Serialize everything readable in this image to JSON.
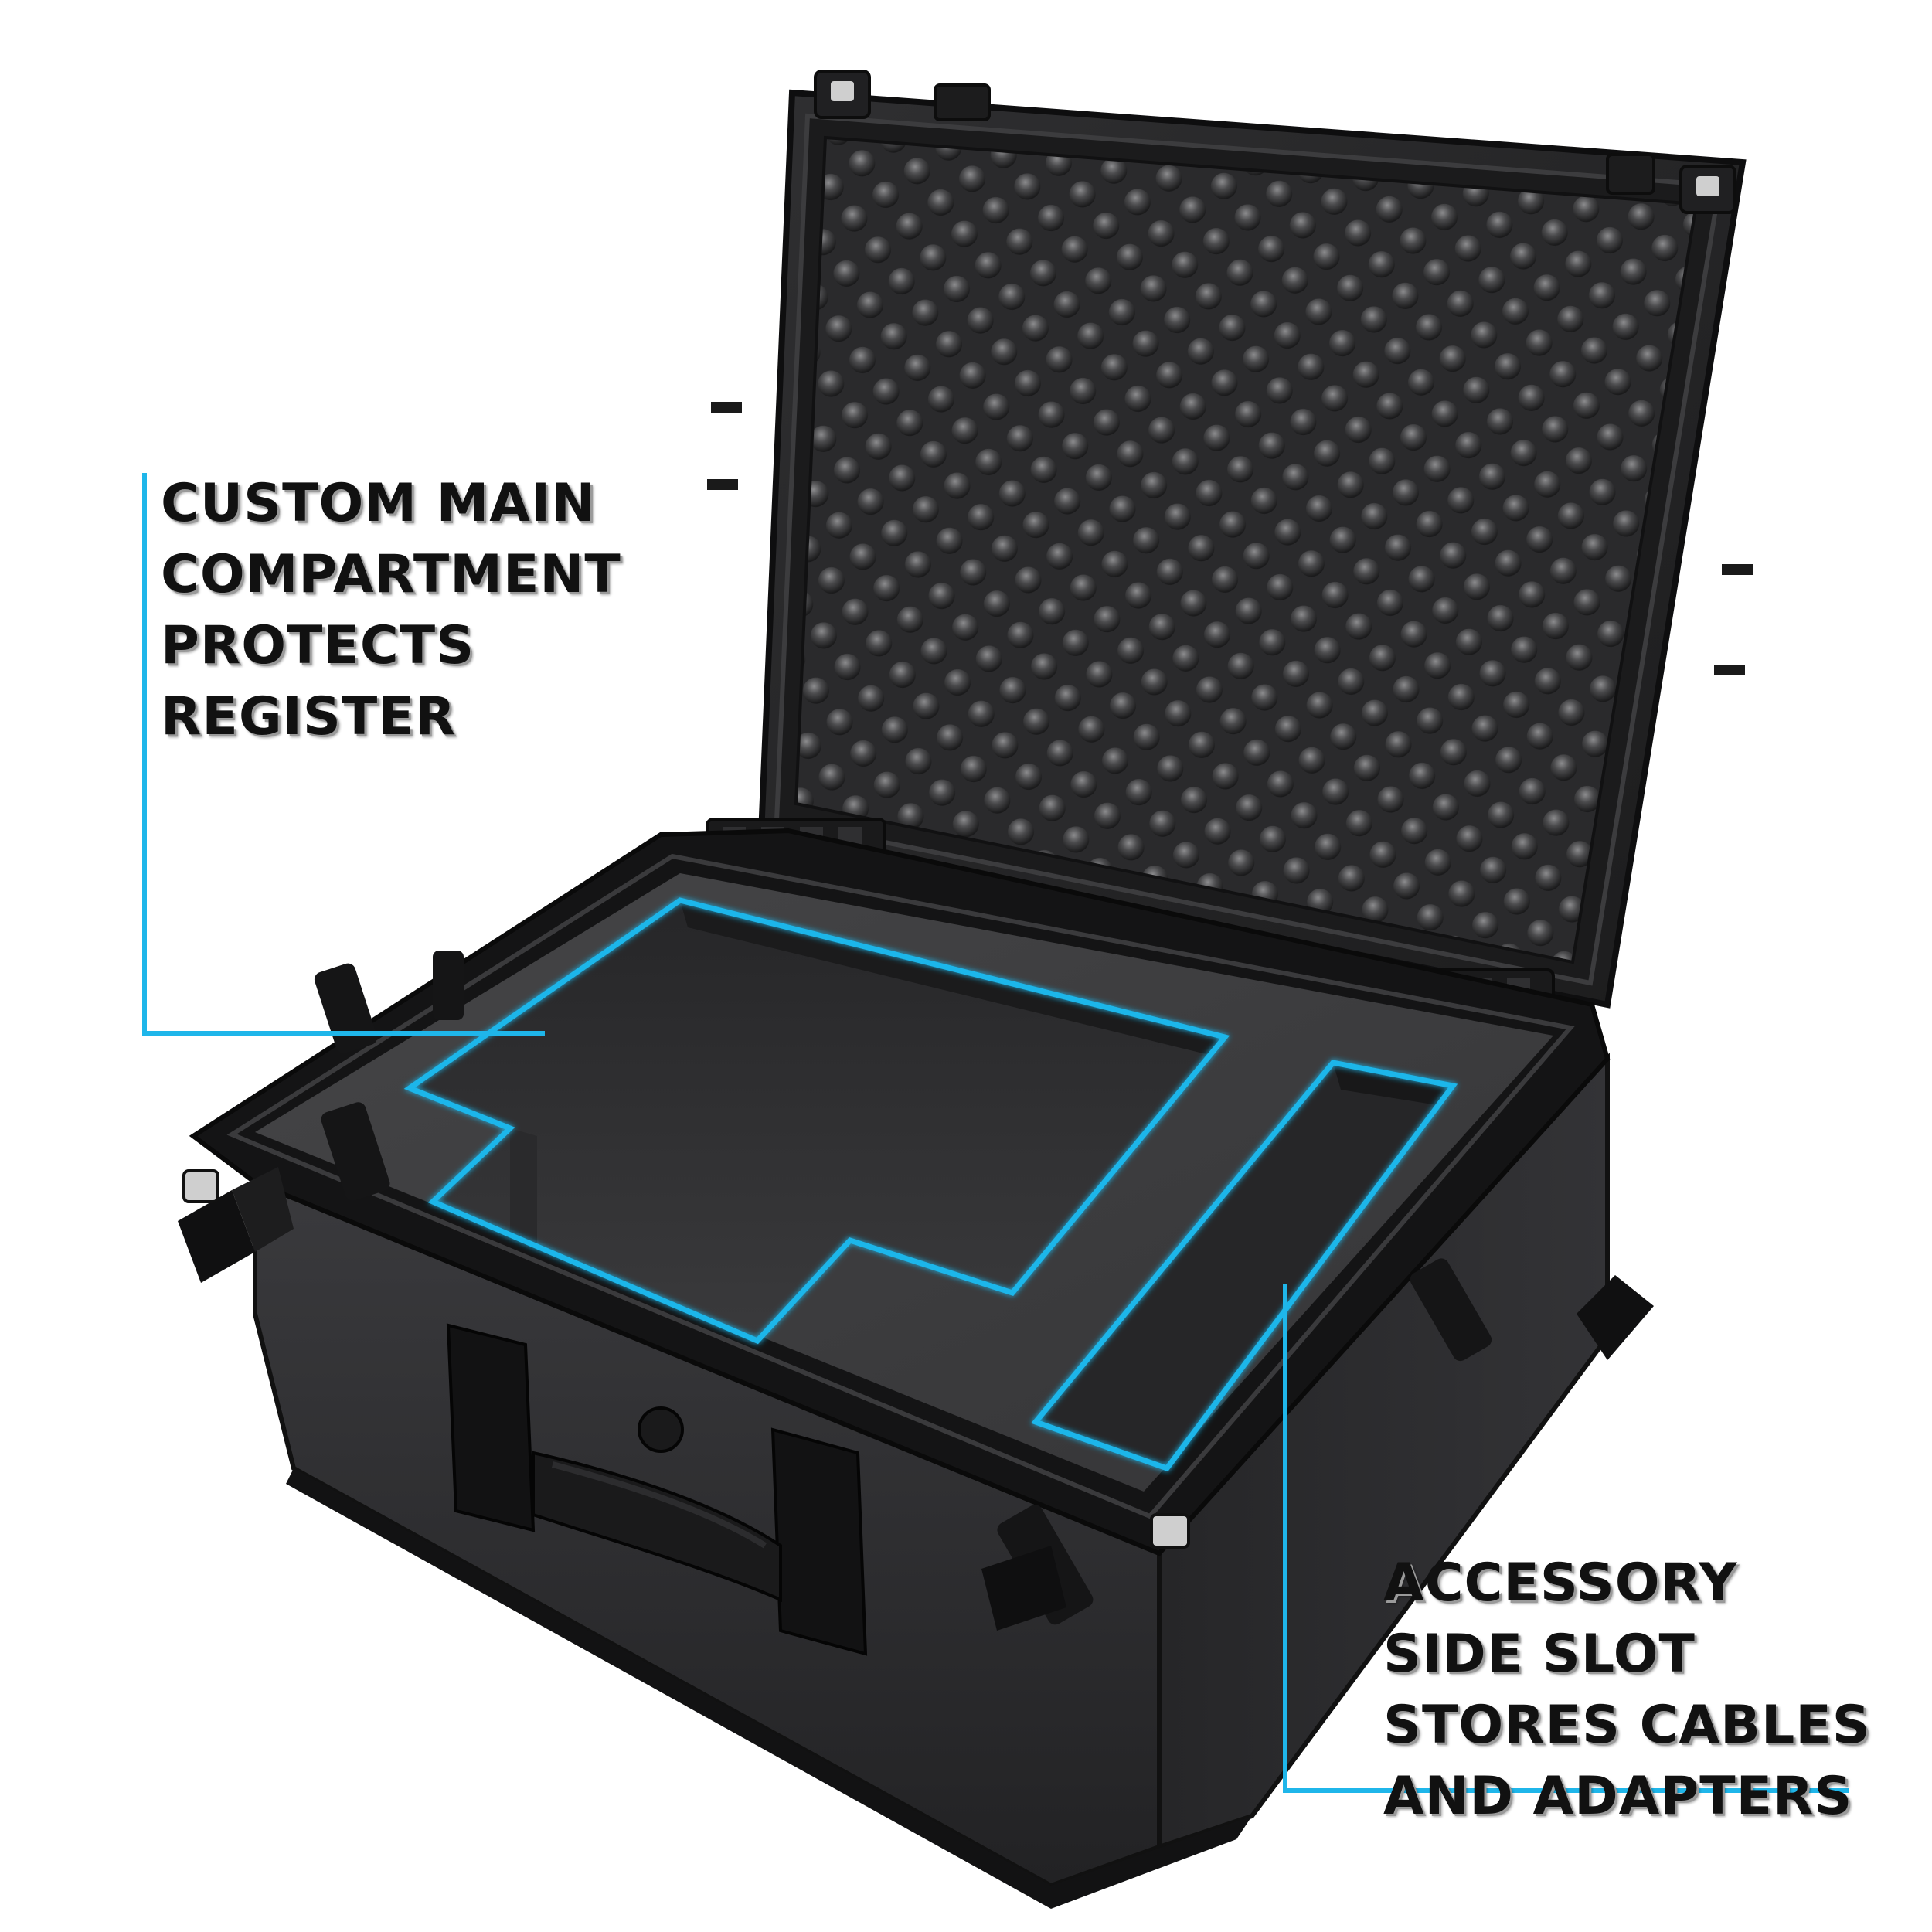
{
  "colors": {
    "accent": "#1fb6ea",
    "case_body": "#2c2c2e",
    "case_edge": "#161617",
    "foam": "#3a3a3c",
    "foam_dark": "#232325",
    "hardware": "#141414",
    "metal": "#c8c8c8"
  },
  "icons": [
    "latch-icon",
    "handle-icon",
    "padlock-hole-icon",
    "hinge-icon"
  ],
  "callouts": {
    "main_compartment": {
      "lines": [
        "CUSTOM MAIN",
        "COMPARTMENT",
        "PROTECTS",
        "REGISTER"
      ]
    },
    "side_slot": {
      "lines": [
        "ACCESSORY",
        "SIDE SLOT",
        "STORES CABLES",
        "AND ADAPTERS"
      ]
    }
  }
}
